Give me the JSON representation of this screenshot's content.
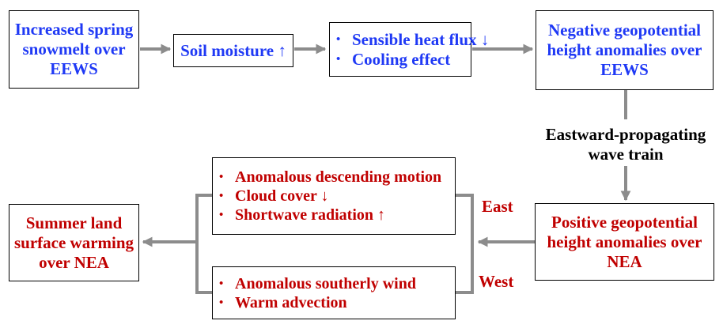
{
  "colors": {
    "upstream_text": "#1f39f5",
    "downstream_text": "#c00000",
    "connector": "#8c8c8c"
  },
  "nodes": {
    "snowmelt": [
      "Increased spring",
      "snowmelt over",
      "EEWS"
    ],
    "soil_moisture": "Soil moisture ↑",
    "surface_effects": [
      "Sensible heat flux ↓",
      "Cooling effect"
    ],
    "negative_anomalies": [
      "Negative geopotential",
      "height anomalies over",
      "EEWS"
    ],
    "positive_anomalies": [
      "Positive geopotential",
      "height anomalies over",
      "NEA"
    ],
    "east_mechanisms": [
      "Anomalous descending motion",
      "Cloud cover ↓",
      "Shortwave radiation ↑"
    ],
    "west_mechanisms": [
      "Anomalous southerly wind",
      "Warm advection"
    ],
    "warming": [
      "Summer land",
      "surface warming",
      "over NEA"
    ]
  },
  "labels": {
    "wave_train": [
      "Eastward-propagating",
      "wave train"
    ],
    "east": "East",
    "west": "West"
  },
  "bullet_symbol": "•"
}
